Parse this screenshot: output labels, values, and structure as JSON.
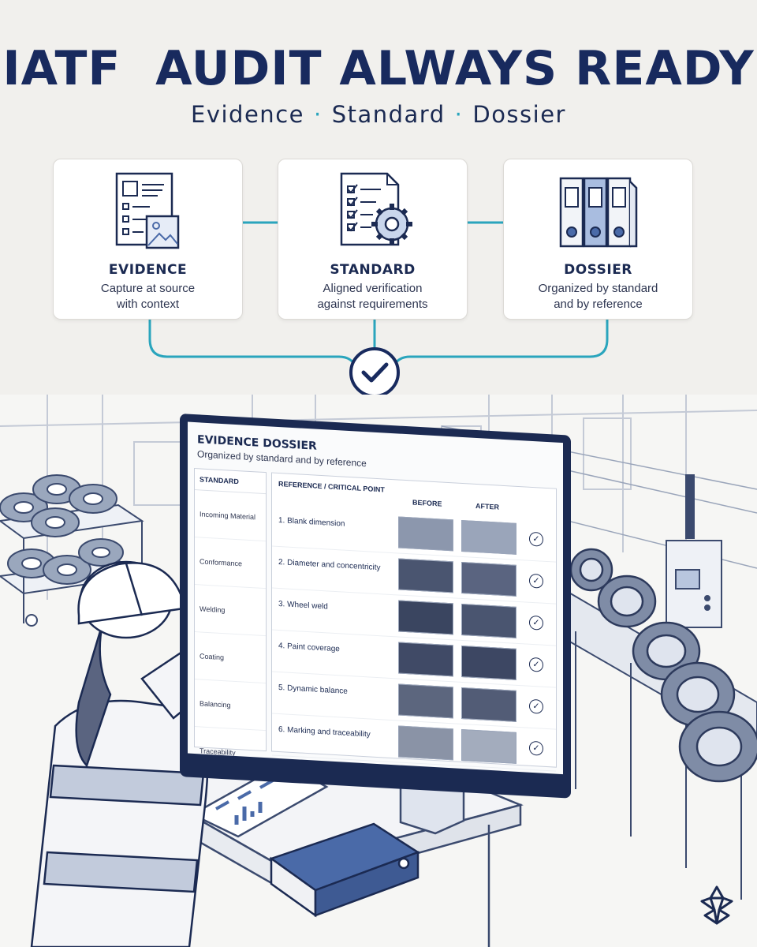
{
  "header": {
    "title": "IATF  AUDIT ALWAYS READY",
    "subtitle_items": [
      "Evidence",
      "Standard",
      "Dossier"
    ]
  },
  "cards": [
    {
      "title": "EVIDENCE",
      "desc_line1": "Capture at source",
      "desc_line2": "with context",
      "icon": "document-image-icon"
    },
    {
      "title": "STANDARD",
      "desc_line1": "Aligned verification",
      "desc_line2": "against requirements",
      "icon": "checklist-gear-icon"
    },
    {
      "title": "DOSSIER",
      "desc_line1": "Organized by standard",
      "desc_line2": "and by reference",
      "icon": "binders-icon"
    }
  ],
  "monitor": {
    "title": "EVIDENCE DOSSIER",
    "subtitle": "Organized by standard and by reference",
    "standard_header": "STANDARD",
    "standards": [
      "Incoming Material",
      "Conformance",
      "Welding",
      "Coating",
      "Balancing",
      "Traceability"
    ],
    "reference_header": "REFERENCE / CRITICAL POINT",
    "before_header": "BEFORE",
    "after_header": "AFTER",
    "references": [
      "1. Blank dimension",
      "2. Diameter and concentricity",
      "3. Wheel weld",
      "4. Paint coverage",
      "5. Dynamic balance",
      "6. Marking and traceability"
    ]
  },
  "colors": {
    "navy": "#182a5e",
    "teal": "#2aa5bd",
    "background": "#f1f0ed",
    "binder_blue": "#4a6aa8"
  }
}
